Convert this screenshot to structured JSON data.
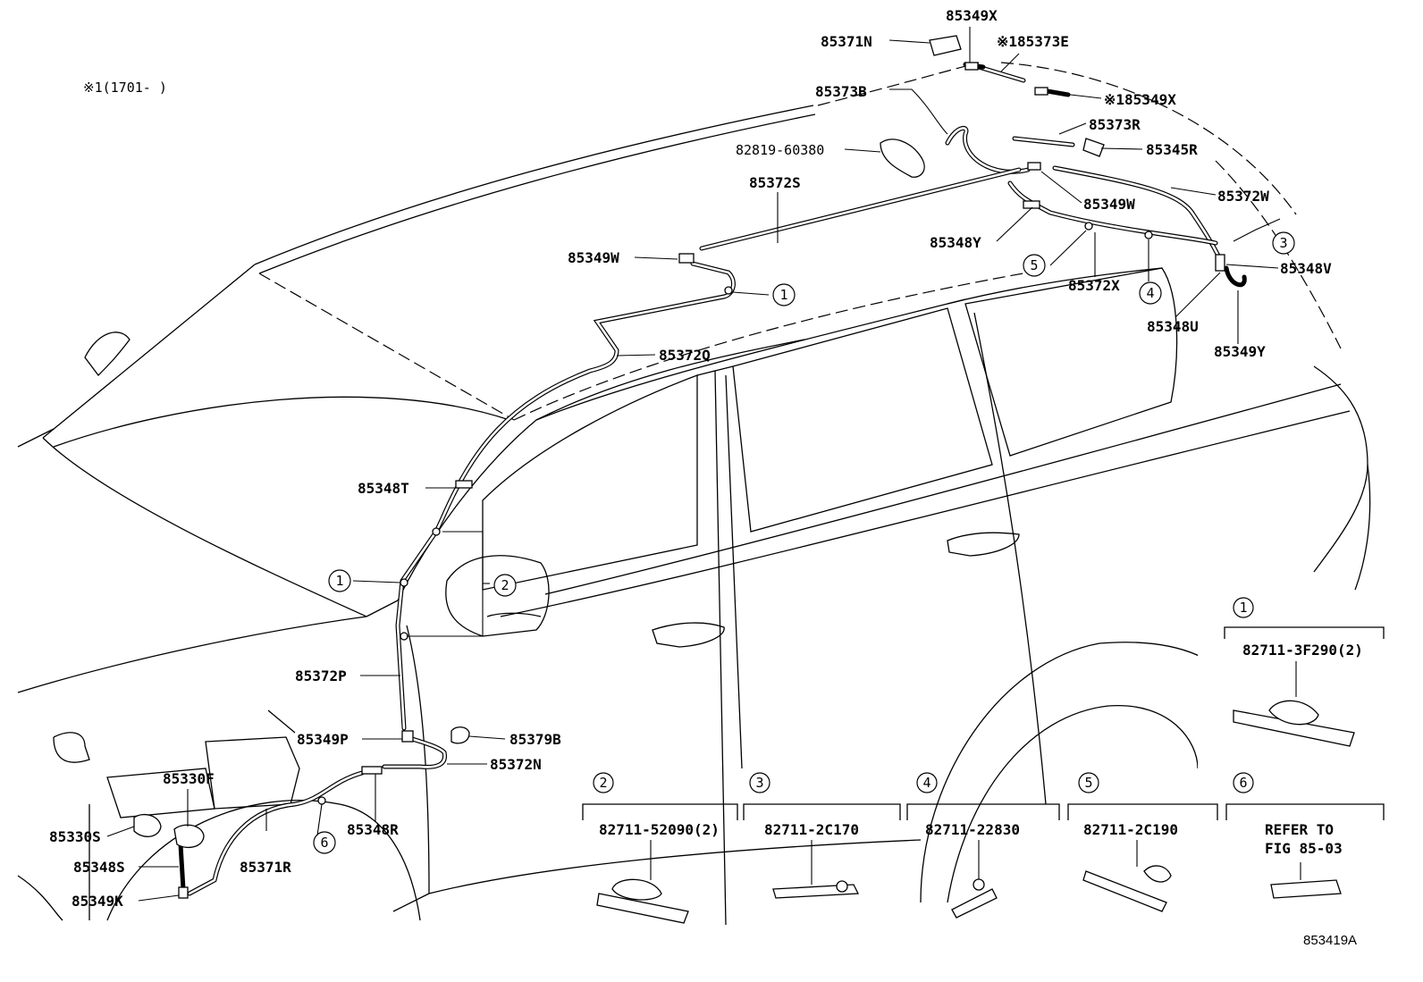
{
  "note": "※1(1701-    )",
  "footer_code": "853419A",
  "labels": {
    "p85349X_top": "85349X",
    "p85371N": "85371N",
    "p85373E": "※185373E",
    "p85373B": "85373B",
    "p85349X_2": "※185349X",
    "p85373R": "85373R",
    "p82819": "82819-60380",
    "p85345R": "85345R",
    "p85372S": "85372S",
    "p85372W": "85372W",
    "p85349W_r": "85349W",
    "p85349W_l": "85349W",
    "p85348Y": "85348Y",
    "p85348V": "85348V",
    "p85372X": "85372X",
    "p85348U": "85348U",
    "p85349Y": "85349Y",
    "p85372Q": "85372Q",
    "p85348T": "85348T",
    "p85372P": "85372P",
    "p85349P": "85349P",
    "p85379B": "85379B",
    "p85372N": "85372N",
    "p85330F": "85330F",
    "p85330S": "85330S",
    "p85348R": "85348R",
    "p85348S": "85348S",
    "p85371R": "85371R",
    "p85349K": "85349K"
  },
  "callouts": [
    "1",
    "2",
    "3",
    "4",
    "5",
    "6"
  ],
  "inset_panels": [
    {
      "num": "1",
      "part": "82711-3F290(2)"
    },
    {
      "num": "2",
      "part": "82711-52090(2)"
    },
    {
      "num": "3",
      "part": "82711-2C170"
    },
    {
      "num": "4",
      "part": "82711-22830"
    },
    {
      "num": "5",
      "part": "82711-2C190"
    },
    {
      "num": "6",
      "part_line1": "REFER TO",
      "part_line2": "FIG 85-03"
    }
  ]
}
